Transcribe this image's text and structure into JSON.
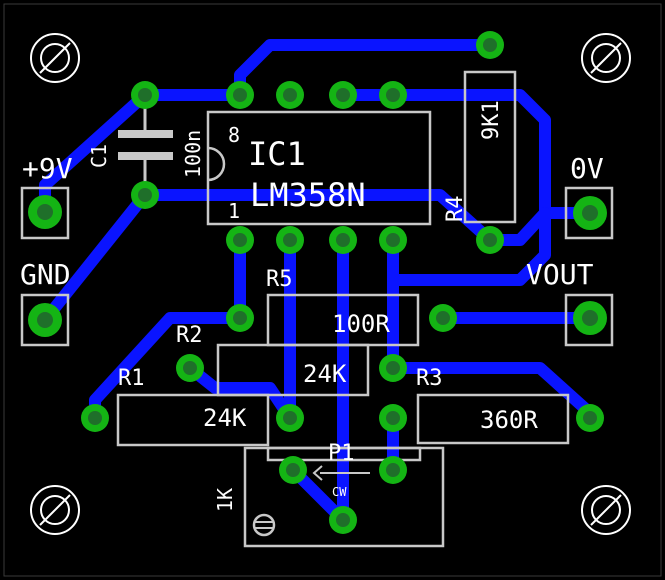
{
  "board": {
    "ic": {
      "ref": "IC1",
      "value": "LM358N",
      "pin1_marker": "1",
      "pin8_marker": "8"
    },
    "capacitor": {
      "ref": "C1",
      "value": "100n"
    },
    "resistors": [
      {
        "ref": "R1",
        "value": "24K"
      },
      {
        "ref": "R2",
        "value": "24K"
      },
      {
        "ref": "R3",
        "value": "360R"
      },
      {
        "ref": "R4",
        "value": "9K1"
      },
      {
        "ref": "R5",
        "value": "100R"
      }
    ],
    "potentiometer": {
      "ref": "P1",
      "value": "1K",
      "direction": "CW"
    },
    "connectors": {
      "vin": "+9V",
      "gnd": "GND",
      "zero_v": "0V",
      "vout": "VOUT"
    }
  },
  "colors": {
    "background": "#000000",
    "copper_trace": "#0a14ff",
    "pad": "#14b414",
    "silkscreen": "#c8c8c8",
    "text": "#ffffff"
  }
}
